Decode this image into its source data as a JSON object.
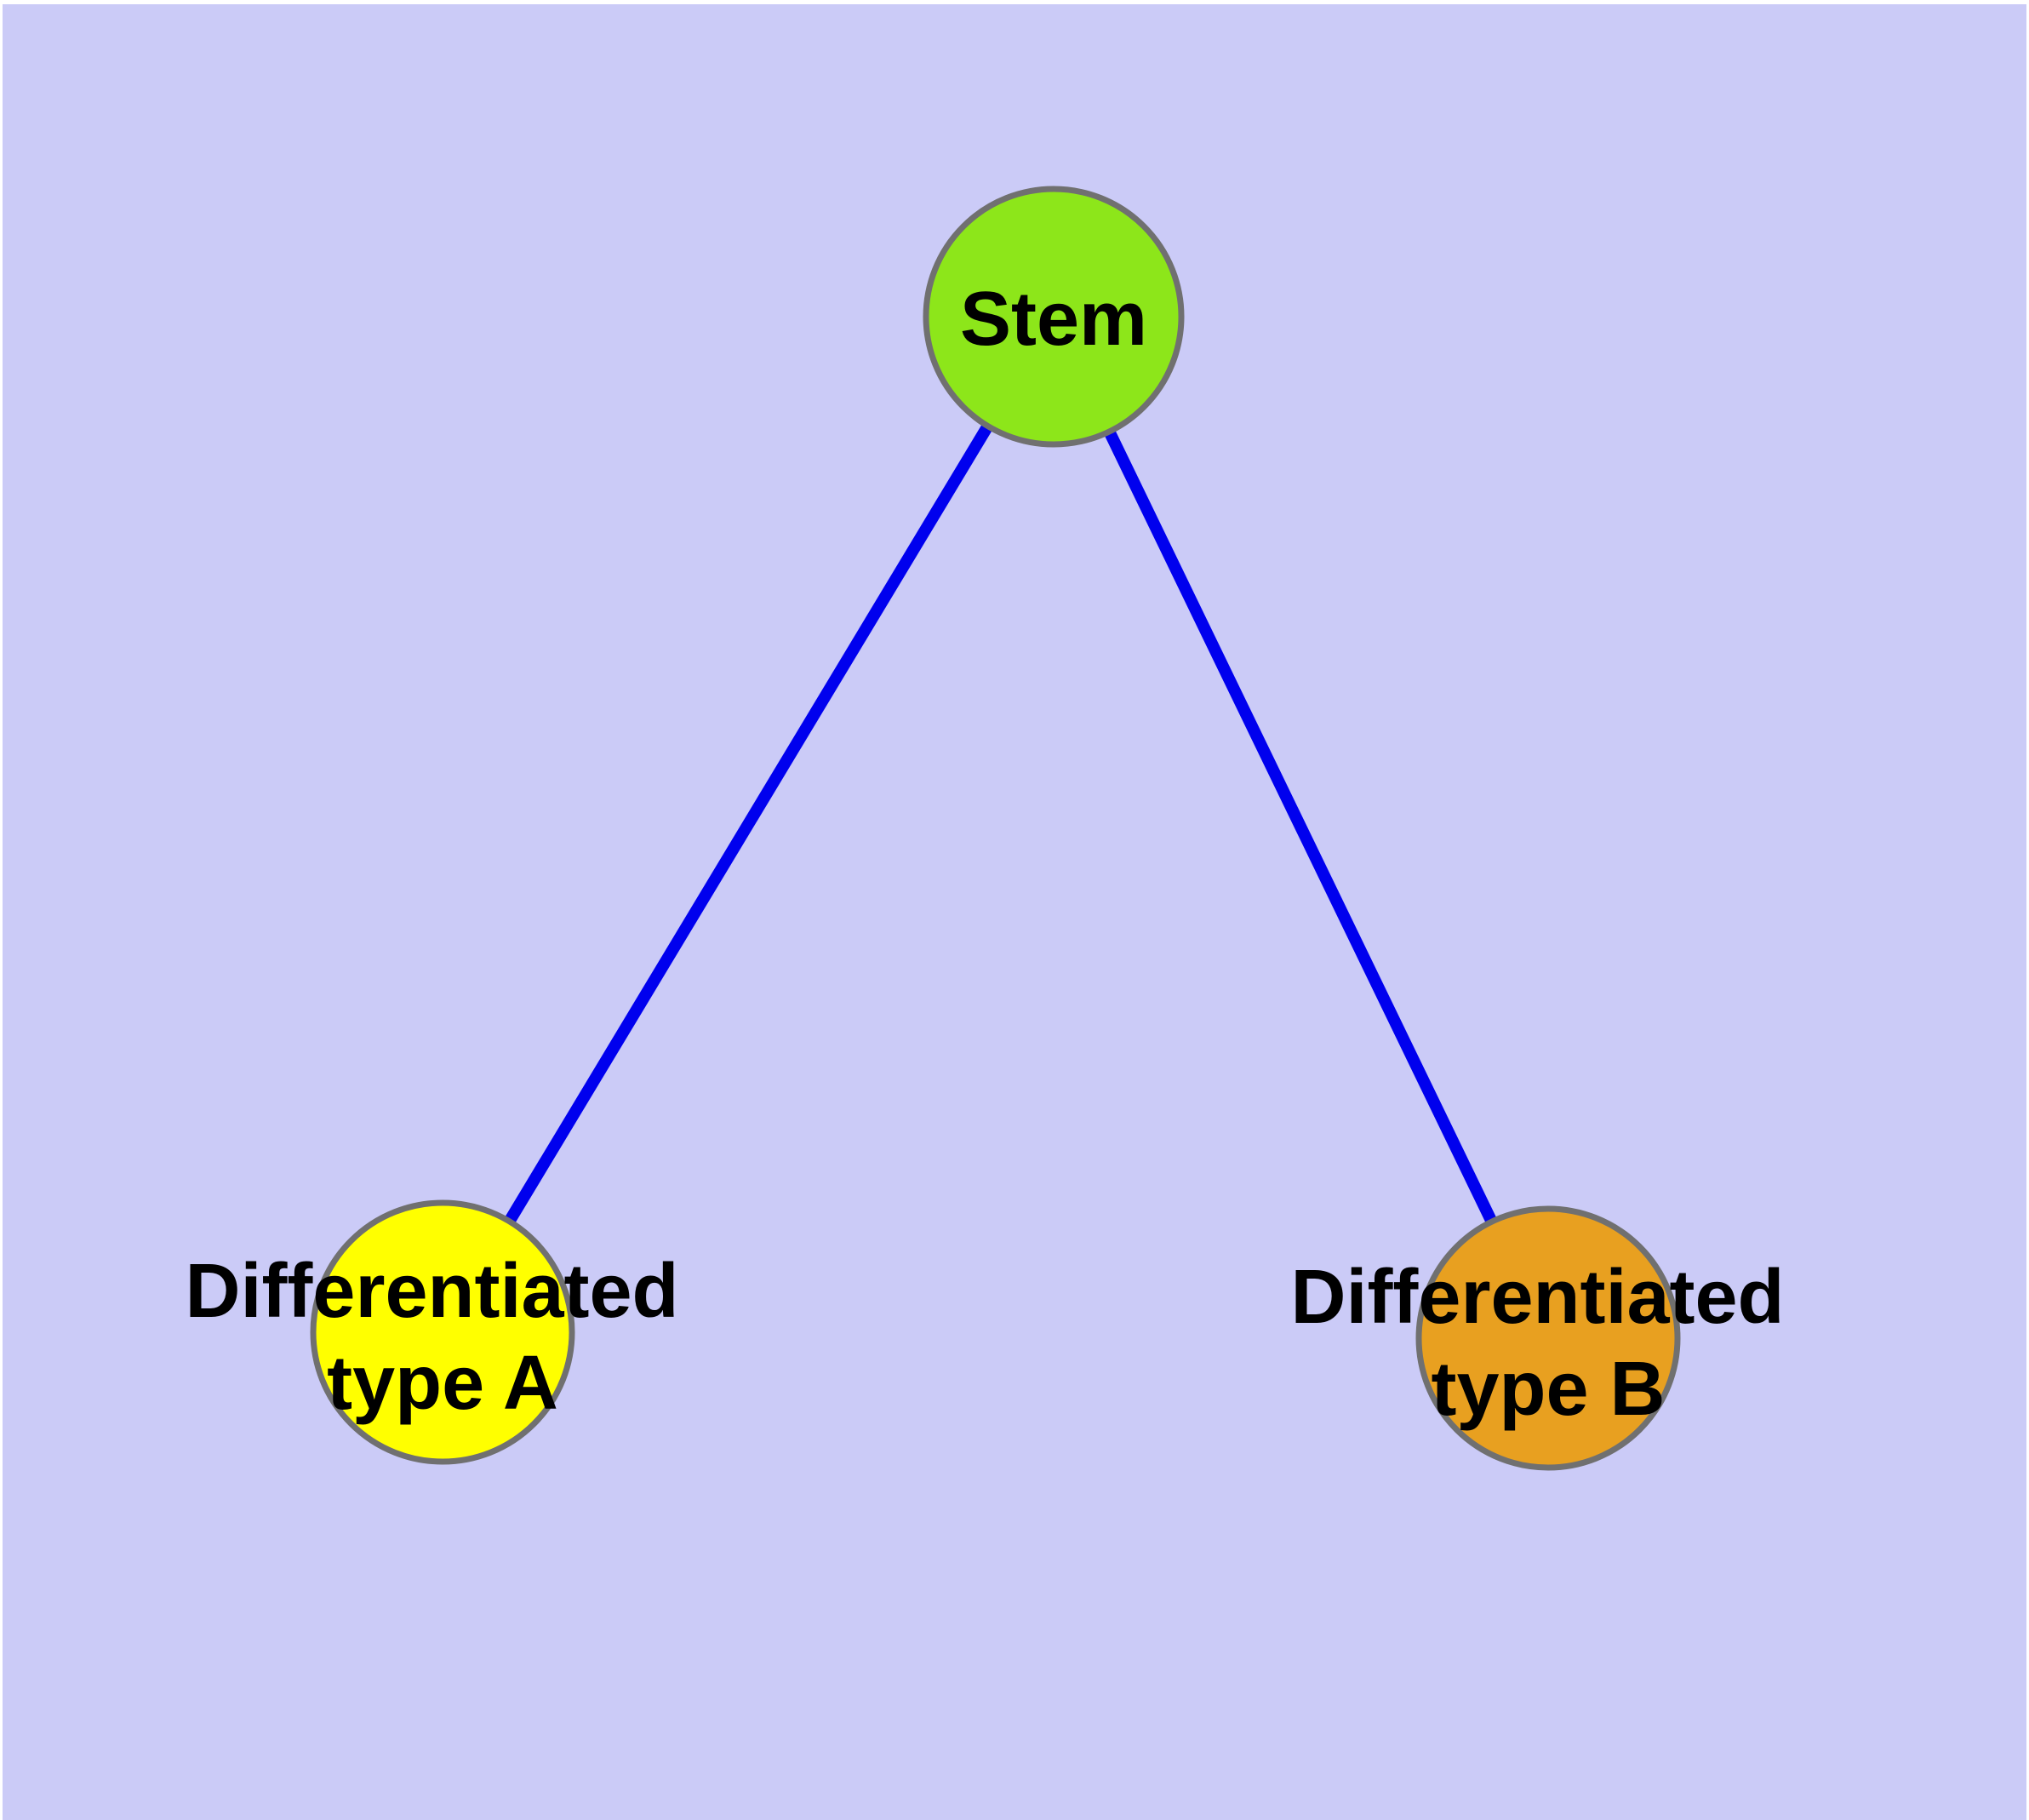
{
  "figure": {
    "margin_color": "#ffffff",
    "background_color": "#cbcbf7"
  },
  "graph": {
    "type": "node-link-diagram",
    "edge_color": "#0000ee",
    "node_border_color": "#707070",
    "label_color": "#000000",
    "nodes": [
      {
        "id": "stem",
        "label": "Stem",
        "fill": "#8de61a"
      },
      {
        "id": "differentiated-type-a",
        "label": "Differentiated type A",
        "line1": "Differentiated",
        "line2": "type A",
        "fill": "#ffff00"
      },
      {
        "id": "differentiated-type-b",
        "label": "Differentiated type B",
        "line1": "Differentiated",
        "line2": "type B",
        "fill": "#e8a020"
      }
    ],
    "edges": [
      {
        "source": "stem",
        "target": "differentiated-type-a"
      },
      {
        "source": "stem",
        "target": "differentiated-type-b"
      }
    ]
  }
}
